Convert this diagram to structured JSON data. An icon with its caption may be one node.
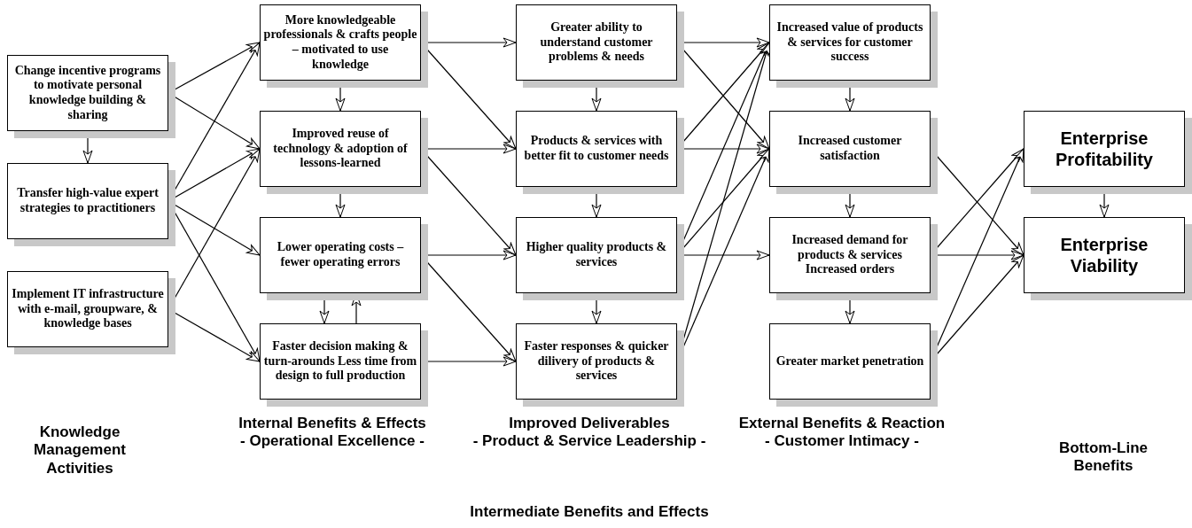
{
  "diagram": {
    "nodes": [
      {
        "text": [
          "Change incentive programs to motivate personal knowledge building & sharing"
        ]
      },
      {
        "text": [
          "Transfer high-value expert strategies to practitioners"
        ]
      },
      {
        "text": [
          "Implement IT infrastructure with e-mail, groupware, & knowledge bases"
        ]
      },
      {
        "text": [
          "More knowledgeable professionals & crafts people – motivated to use knowledge"
        ]
      },
      {
        "text": [
          "Improved reuse of technology & adoption of lessons-learned"
        ]
      },
      {
        "text": [
          "Lower operating costs – fewer operating errors"
        ]
      },
      {
        "text": [
          "Faster decision making & turn-arounds Less time from design to full production"
        ]
      },
      {
        "text": [
          "Greater ability to understand customer problems & needs"
        ]
      },
      {
        "text": [
          "Products & services with better fit to customer needs"
        ]
      },
      {
        "text": [
          "Higher quality products & services"
        ]
      },
      {
        "text": [
          "Faster responses & quicker dilivery of products & services"
        ]
      },
      {
        "text": [
          "Increased value of products & services for customer success"
        ]
      },
      {
        "text": [
          "Increased customer satisfaction"
        ]
      },
      {
        "text": [
          "Increased demand for products & services Increased orders"
        ]
      },
      {
        "text": [
          "Greater market penetration"
        ]
      },
      {
        "text": [
          "Enterprise Profitability"
        ]
      },
      {
        "text": [
          "Enterprise Viability"
        ]
      }
    ],
    "edges": [
      {
        "from": 0,
        "to": 1,
        "arrow": "to"
      },
      {
        "from": 0,
        "to": 3,
        "arrow": "to"
      },
      {
        "from": 0,
        "to": 4,
        "arrow": "to"
      },
      {
        "from": 1,
        "to": 3,
        "arrow": "to"
      },
      {
        "from": 1,
        "to": 4,
        "arrow": "to"
      },
      {
        "from": 1,
        "to": 5,
        "arrow": "to"
      },
      {
        "from": 1,
        "to": 6,
        "arrow": "to"
      },
      {
        "from": 2,
        "to": 4,
        "arrow": "to"
      },
      {
        "from": 2,
        "to": 6,
        "arrow": "to"
      },
      {
        "from": 3,
        "to": 4,
        "arrow": "to"
      },
      {
        "from": 4,
        "to": 5,
        "arrow": "to"
      },
      {
        "from": 5,
        "to": 6,
        "arrow": "to"
      },
      {
        "from": 6,
        "to": 5,
        "arrow": "to"
      },
      {
        "from": 3,
        "to": 7,
        "arrow": "to"
      },
      {
        "from": 3,
        "to": 8,
        "arrow": "to"
      },
      {
        "from": 4,
        "to": 8,
        "arrow": "to"
      },
      {
        "from": 4,
        "to": 9,
        "arrow": "to"
      },
      {
        "from": 5,
        "to": 9,
        "arrow": "to"
      },
      {
        "from": 5,
        "to": 10,
        "arrow": "to"
      },
      {
        "from": 6,
        "to": 10,
        "arrow": "to"
      },
      {
        "from": 7,
        "to": 8,
        "arrow": "to"
      },
      {
        "from": 8,
        "to": 9,
        "arrow": "to"
      },
      {
        "from": 9,
        "to": 10,
        "arrow": "to"
      },
      {
        "from": 7,
        "to": 11,
        "arrow": "to"
      },
      {
        "from": 7,
        "to": 12,
        "arrow": "to"
      },
      {
        "from": 8,
        "to": 11,
        "arrow": "to"
      },
      {
        "from": 8,
        "to": 12,
        "arrow": "to"
      },
      {
        "from": 9,
        "to": 11,
        "arrow": "to"
      },
      {
        "from": 9,
        "to": 12,
        "arrow": "to"
      },
      {
        "from": 9,
        "to": 13,
        "arrow": "to"
      },
      {
        "from": 10,
        "to": 11,
        "arrow": "to"
      },
      {
        "from": 10,
        "to": 12,
        "arrow": "to"
      },
      {
        "from": 11,
        "to": 12,
        "arrow": "to"
      },
      {
        "from": 12,
        "to": 13,
        "arrow": "to"
      },
      {
        "from": 13,
        "to": 14,
        "arrow": "to"
      },
      {
        "from": 12,
        "to": 16,
        "arrow": "to"
      },
      {
        "from": 13,
        "to": 15,
        "arrow": "to"
      },
      {
        "from": 13,
        "to": 16,
        "arrow": "to"
      },
      {
        "from": 14,
        "to": 15,
        "arrow": "to"
      },
      {
        "from": 14,
        "to": 16,
        "arrow": "to"
      },
      {
        "from": 15,
        "to": 16,
        "arrow": "to"
      }
    ],
    "labels": [
      "Knowledge Management Activities",
      "Internal Benefits & Effects - Operational Excellence -",
      "Improved Deliverables - Product & Service Leadership -",
      "External Benefits & Reaction - Customer Intimacy -",
      "Bottom-Line Benefits",
      "Intermediate Benefits and Effects"
    ]
  }
}
